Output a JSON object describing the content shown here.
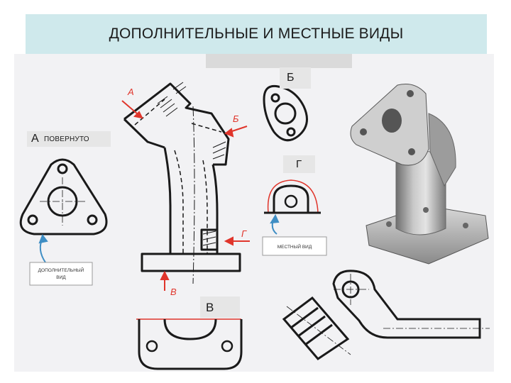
{
  "title": "ДОПОЛНИТЕЛЬНЫЕ И МЕСТНЫЕ  ВИДЫ",
  "view_labels": {
    "b": "Б",
    "g": "Г",
    "v": "В",
    "a_letter": "А",
    "a_suffix": "ПОВЕРНУТО"
  },
  "callouts": {
    "additional_view_line1": "ДОПОЛНИТЕЛЬНЫЙ",
    "additional_view_line2": "ВИД",
    "local_view": "МЕСТНЫЙ ВИД"
  },
  "arrow_letters": {
    "a": "А",
    "b": "Б",
    "g": "Г",
    "v": "В"
  },
  "colors": {
    "title_bg": "#cfe9ec",
    "sheet_bg": "#f2f2f4",
    "ink": "#1a1a1a",
    "red_marks": "#e0352b",
    "callout_arrow": "#3f8ec4"
  }
}
